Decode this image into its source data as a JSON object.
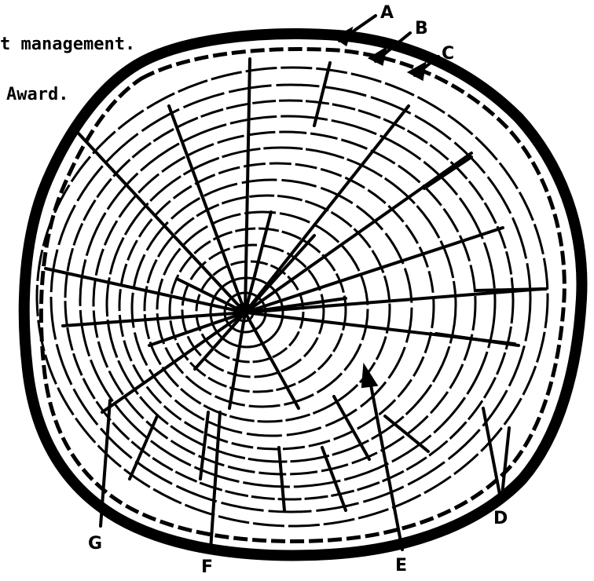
{
  "caption_fragments": [
    "t management.",
    "Award."
  ],
  "labels": {
    "A": "A",
    "B": "B",
    "C": "C",
    "D": "D",
    "E": "E",
    "F": "F",
    "G": "G"
  },
  "colors": {
    "ink": "#000000",
    "paper": "#ffffff"
  }
}
